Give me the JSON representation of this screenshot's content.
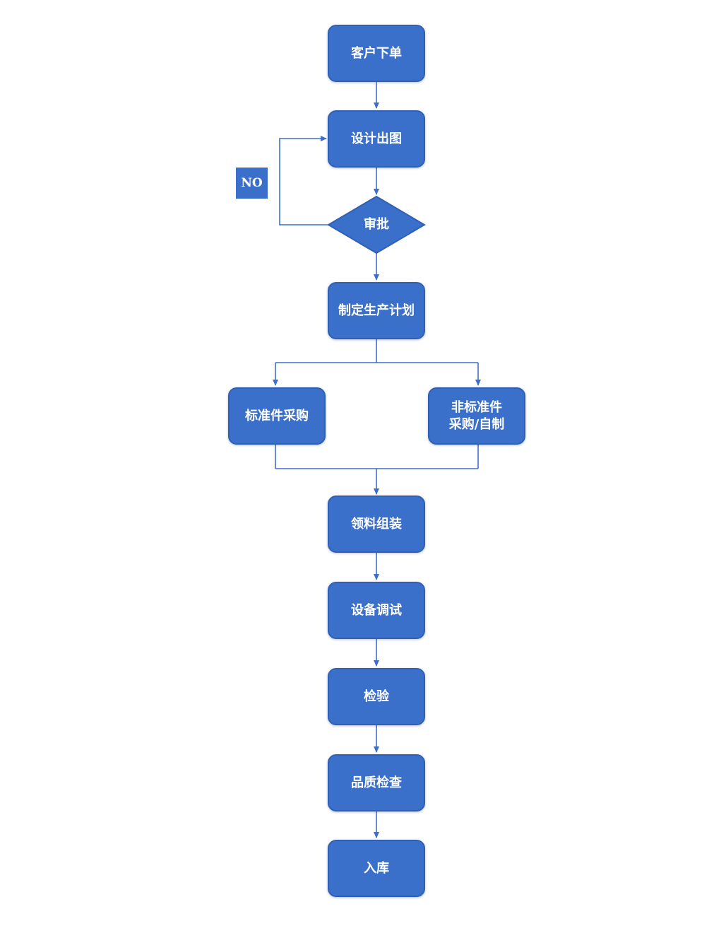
{
  "colors": {
    "node_fill": "#3a6fca",
    "node_border": "#2f60b5",
    "connector": "#3f6fc8",
    "text": "#ffffff",
    "background": "#ffffff"
  },
  "nodes": {
    "customer_order": "客户下单",
    "design_drawing": "设计出图",
    "approval": "审批",
    "production_plan": "制定生产计划",
    "standard_purchase": "标准件采购",
    "nonstandard_line1": "非标准件",
    "nonstandard_line2": "采购/自制",
    "material_assembly": "领料组装",
    "equipment_debug": "设备调试",
    "inspection": "检验",
    "quality_check": "品质检查",
    "warehousing": "入库"
  },
  "loop_label": "NO"
}
